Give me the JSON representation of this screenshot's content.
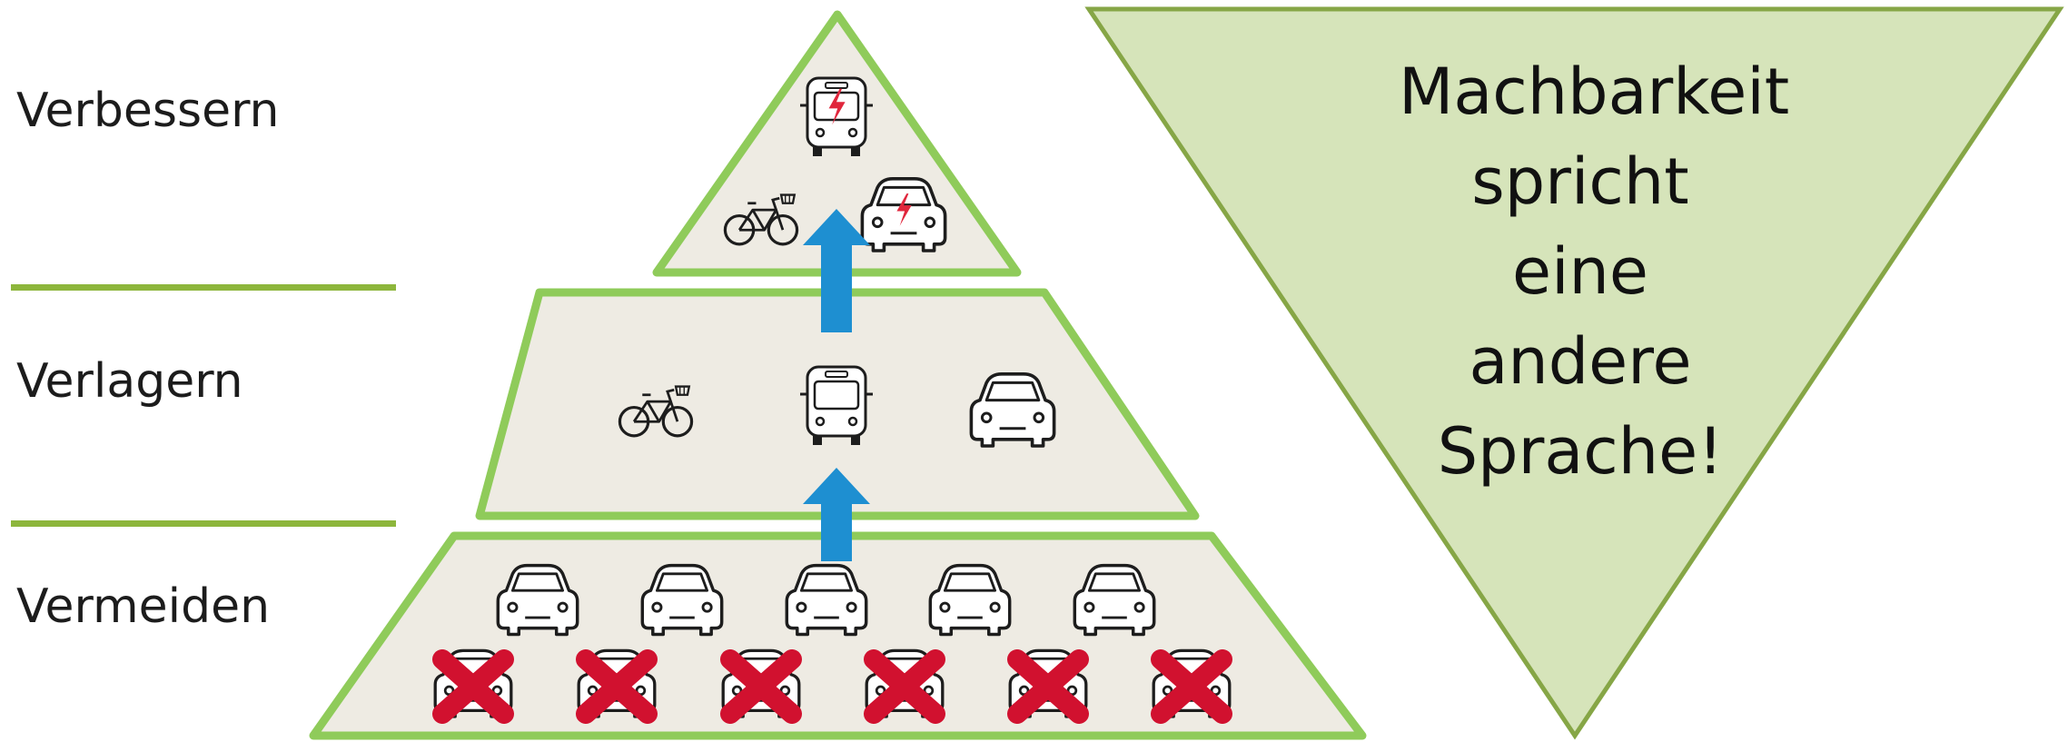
{
  "levels": [
    {
      "id": "verbessern",
      "label": "Verbessern"
    },
    {
      "id": "verlagern",
      "label": "Verlagern"
    },
    {
      "id": "vermeiden",
      "label": "Vermeiden"
    }
  ],
  "note": {
    "lines": [
      "Machbarkeit",
      "spricht eine",
      "andere",
      "Sprache!"
    ]
  },
  "colors": {
    "tier_fill": "#eeebe3",
    "tier_border": "#8fcb5a",
    "divider": "#8db63c",
    "arrow": "#1e8fd1",
    "cross": "#d1112f",
    "bolt": "#e0263c",
    "note_fill": "#d6e4ba",
    "note_border": "#86a646",
    "icon_stroke": "#1d1d1d"
  },
  "icons": {
    "top": [
      "electric-bus-icon",
      "bicycle-icon",
      "electric-car-icon"
    ],
    "middle": [
      "bicycle-icon",
      "bus-icon",
      "car-icon"
    ],
    "bottom_cars": [
      "car-icon",
      "car-icon",
      "car-icon",
      "car-icon",
      "car-icon"
    ],
    "bottom_crossed": [
      "crossed-car-icon",
      "crossed-car-icon",
      "crossed-car-icon",
      "crossed-car-icon",
      "crossed-car-icon",
      "crossed-car-icon"
    ]
  }
}
